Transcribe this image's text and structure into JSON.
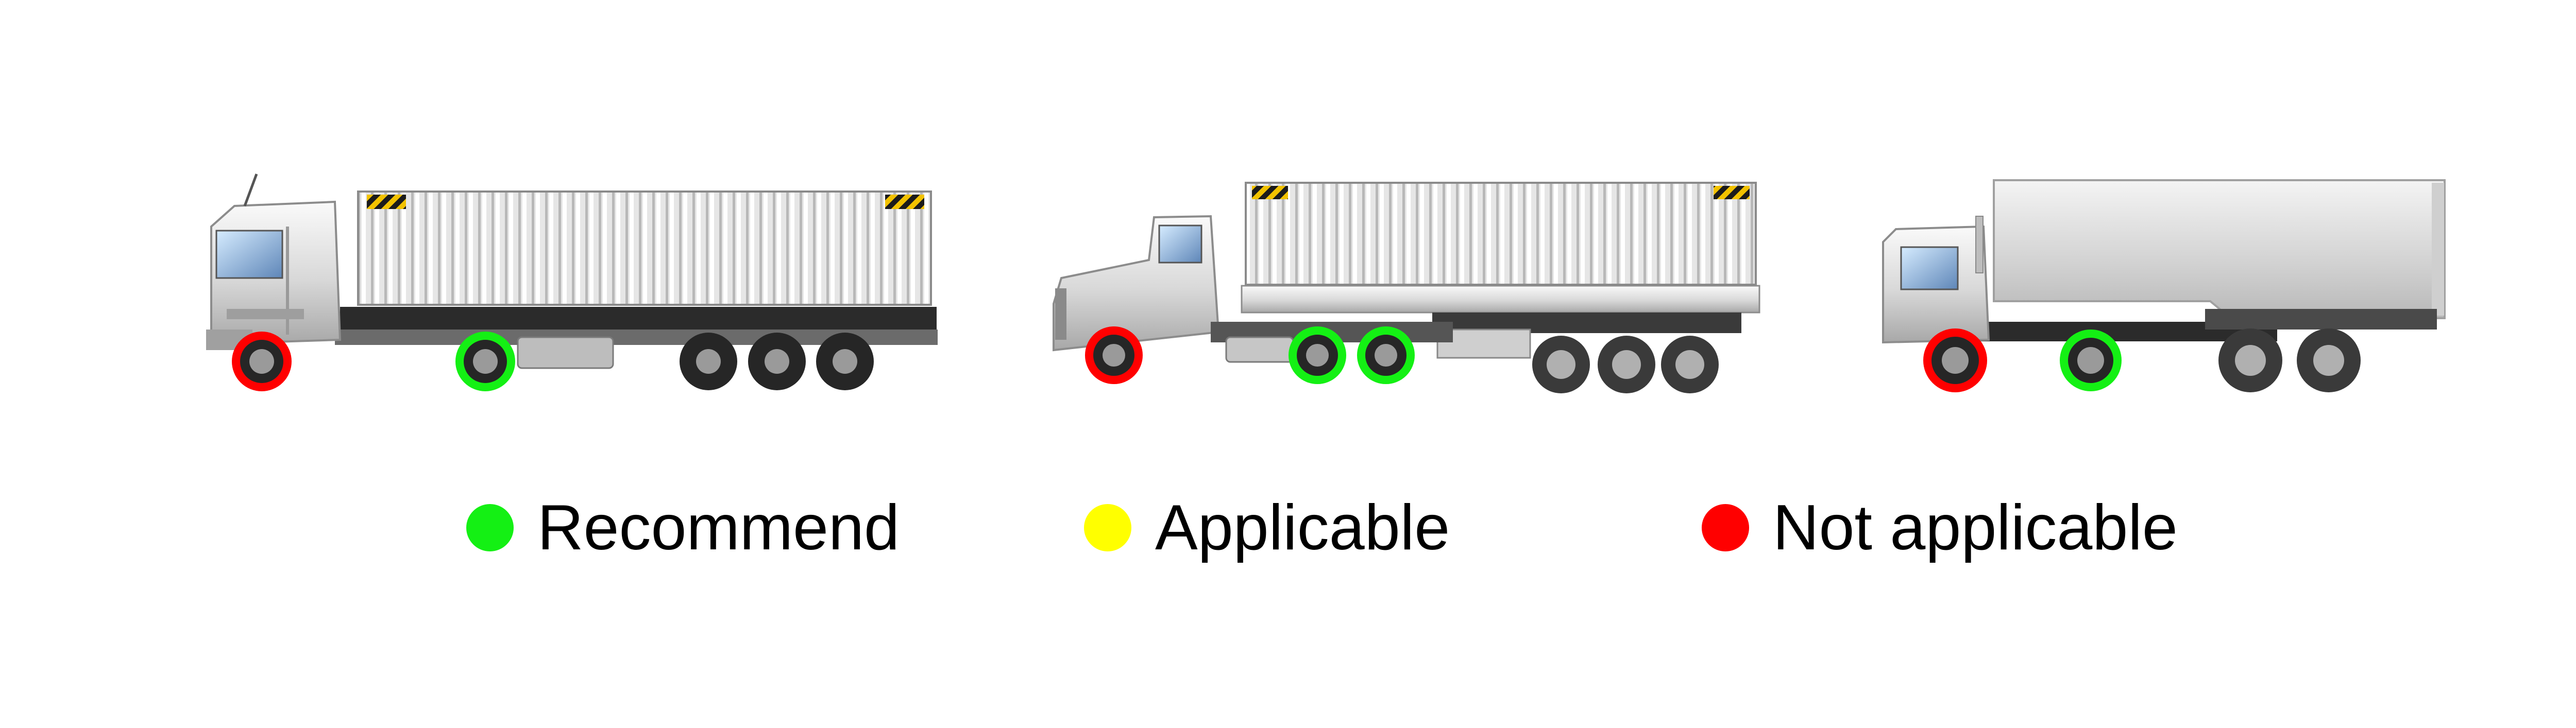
{
  "colors": {
    "recommend": "#14f014",
    "applicable": "#ffff00",
    "not_applicable": "#ff0000"
  },
  "legend": [
    {
      "label": "Recommend",
      "status": "recommend"
    },
    {
      "label": "Applicable",
      "status": "applicable"
    },
    {
      "label": "Not applicable",
      "status": "not_applicable"
    }
  ],
  "vehicles": [
    {
      "type": "cabover-container-truck",
      "axles": [
        {
          "position": "steer",
          "status": "not_applicable"
        },
        {
          "position": "drive",
          "status": "recommend"
        },
        {
          "position": "trailer",
          "status": "none"
        },
        {
          "position": "trailer",
          "status": "none"
        },
        {
          "position": "trailer",
          "status": "none"
        }
      ]
    },
    {
      "type": "conventional-container-truck",
      "axles": [
        {
          "position": "steer",
          "status": "not_applicable"
        },
        {
          "position": "drive",
          "status": "recommend"
        },
        {
          "position": "drive",
          "status": "recommend"
        },
        {
          "position": "trailer",
          "status": "none"
        },
        {
          "position": "trailer",
          "status": "none"
        },
        {
          "position": "trailer",
          "status": "none"
        }
      ]
    },
    {
      "type": "box-truck-trailer",
      "axles": [
        {
          "position": "steer",
          "status": "not_applicable"
        },
        {
          "position": "drive",
          "status": "recommend"
        },
        {
          "position": "trailer",
          "status": "none"
        },
        {
          "position": "trailer",
          "status": "none"
        }
      ]
    }
  ]
}
